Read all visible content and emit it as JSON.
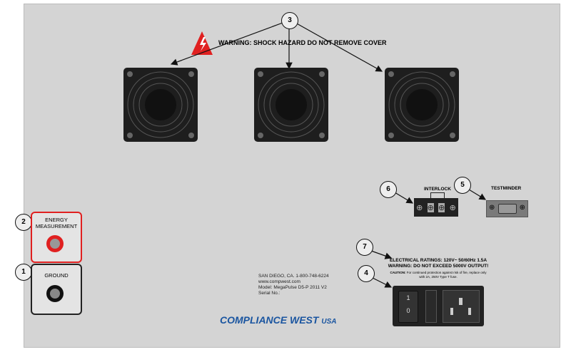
{
  "warning": {
    "text": "WARNING: SHOCK HAZARD DO NOT REMOVE COVER",
    "icon": "high-voltage-icon"
  },
  "callouts": [
    "1",
    "2",
    "3",
    "4",
    "5",
    "6",
    "7"
  ],
  "energy": {
    "label_line1": "ENERGY",
    "label_line2": "MEASUREMENT"
  },
  "ground": {
    "label": "GROUND"
  },
  "interlock": {
    "label": "INTERLOCK"
  },
  "testminder": {
    "label": "TESTMINDER"
  },
  "ratings": {
    "line1": "ELECTRICAL RATINGS: 120V~  50/60Hz  1.5A",
    "line2": "WARNING: DO NOT EXCEED 5000V OUTPUT!",
    "caution_label": "CAUTION:",
    "caution_text": "For continued protection against risk of fire, replace only with 2A, 250V Type T fuse."
  },
  "power_switch": {
    "on": "1",
    "off": "0"
  },
  "info": {
    "line1": "SAN DIEGO, CA.  1-800-748-6224",
    "line2": "www.compwest.com",
    "line3": "Model: MegaPulse D5-P 2011 V2",
    "line4": "Serial No.:"
  },
  "logo": {
    "name": "COMPLIANCE WEST",
    "suffix": "USA"
  },
  "colors": {
    "panel": "#d4d4d4",
    "accent_red": "#e02020",
    "logo_blue": "#1a55a0"
  }
}
